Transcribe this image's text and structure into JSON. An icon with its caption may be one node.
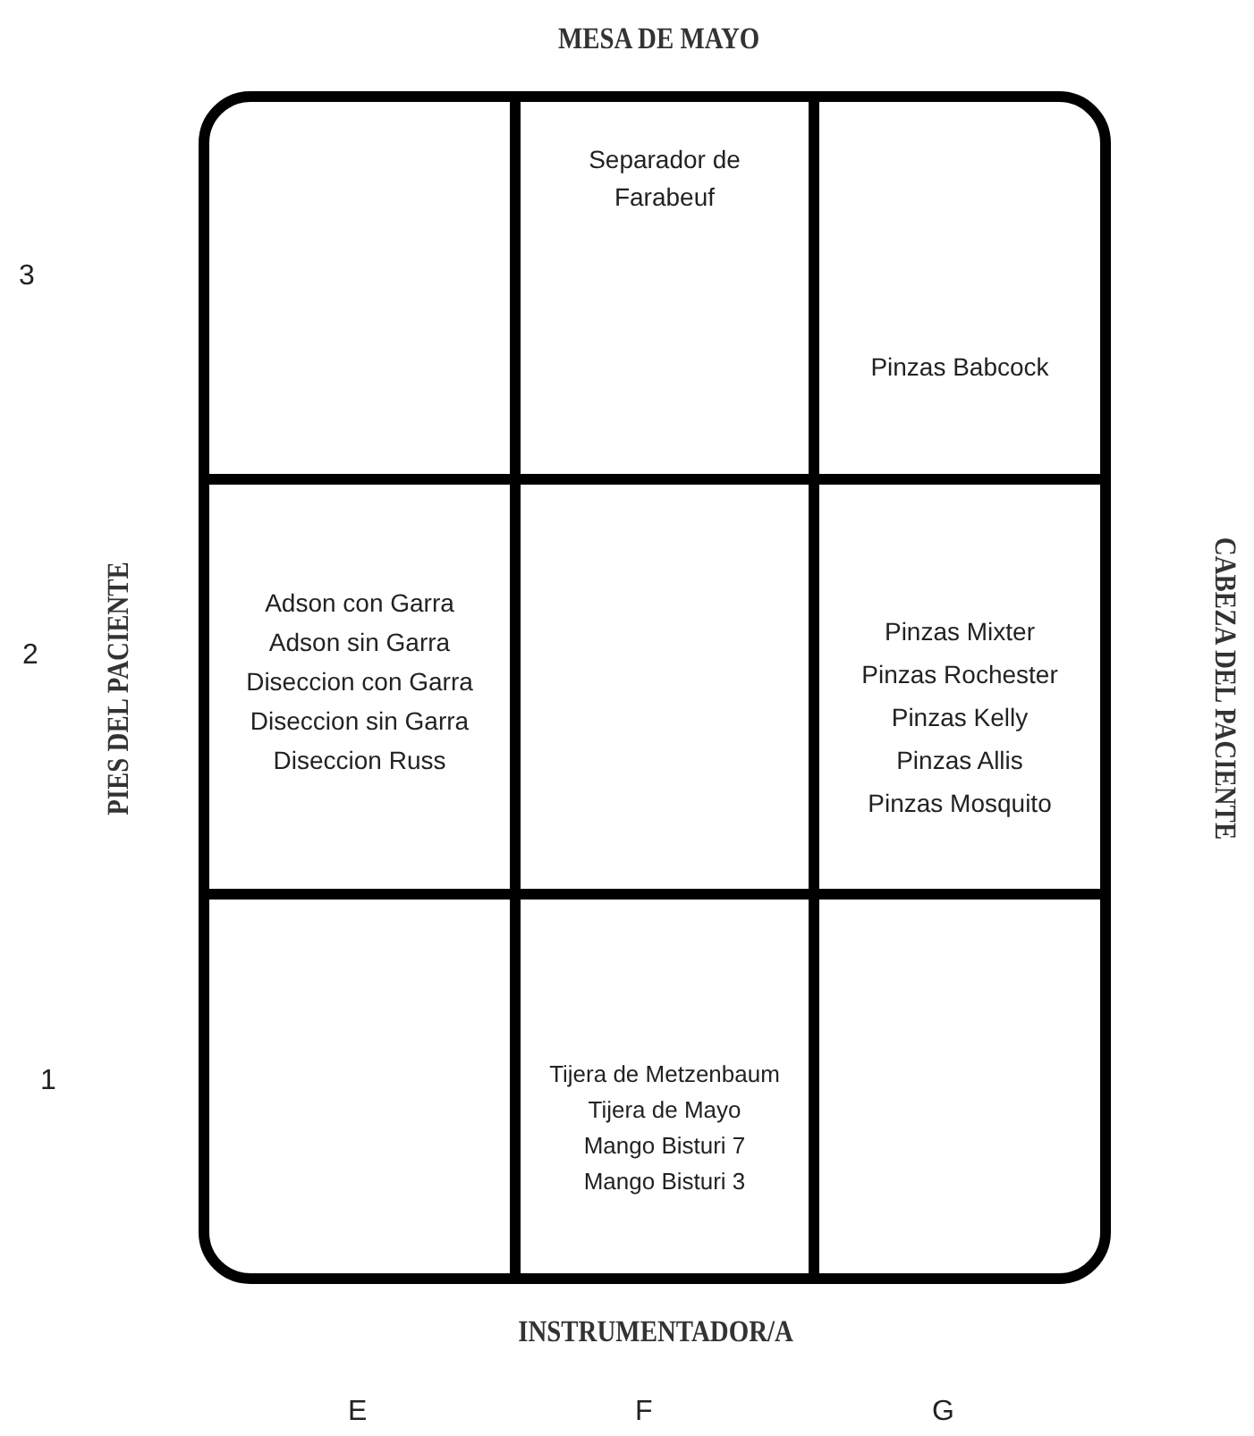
{
  "diagram": {
    "title": "MESA DE MAYO",
    "nodes": [
      {
        "text": [
          "Separador de Farabeuf"
        ]
      },
      {
        "text": [
          "Pinzas Babcock"
        ]
      },
      {
        "text": [
          "Adson con Garra",
          "Adson sin Garra",
          "Diseccion con Garra",
          "Diseccion sin Garra",
          "Diseccion Russ"
        ]
      },
      {
        "text": [
          "Pinzas Mixter",
          "Pinzas Rochester",
          "Pinzas Kelly",
          "Pinzas Allis",
          "Pinzas Mosquito"
        ]
      },
      {
        "text": [
          "Tijera de Metzenbaum",
          "Tijera de Mayo",
          "Mango Bisturi 7",
          "Mango Bisturi 3"
        ]
      }
    ],
    "edges": [],
    "labels": [
      "3",
      "PIES DEL PACIENTE",
      "2",
      "CABEZA DEL PACIENTE",
      "1",
      "INSTRUMENTADOR/A",
      "E",
      "F",
      "G"
    ]
  }
}
